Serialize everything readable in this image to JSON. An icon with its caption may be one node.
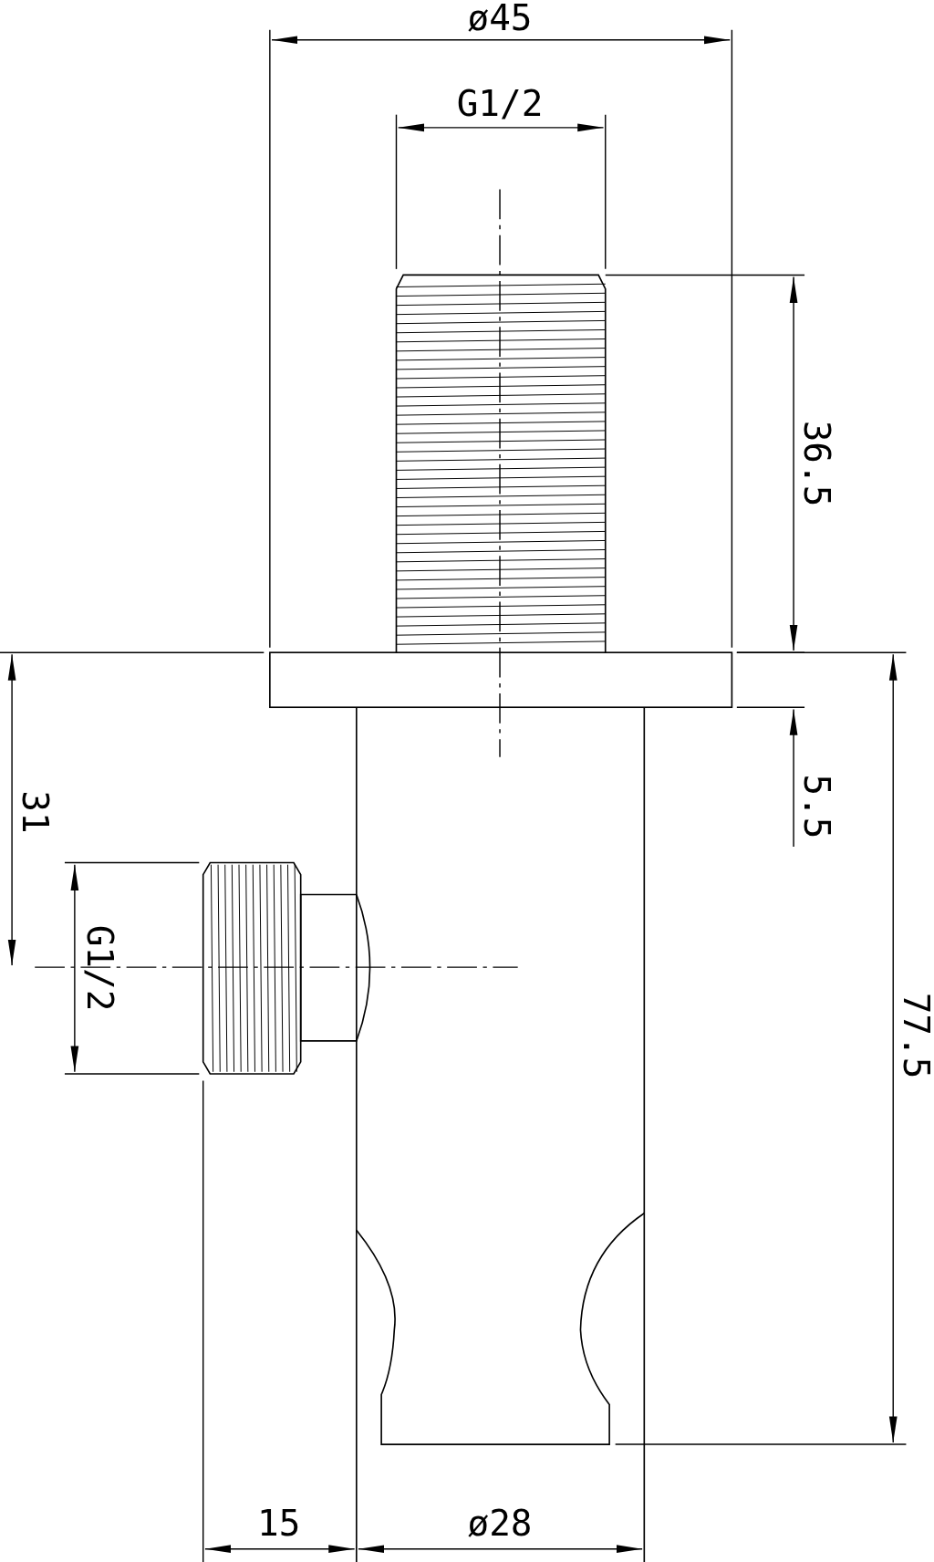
{
  "diagram": {
    "labels": [
      "ø45",
      "G1/2",
      "36.5",
      "5.5",
      "31",
      "G1/2",
      "77.5",
      "15",
      "ø28"
    ]
  }
}
